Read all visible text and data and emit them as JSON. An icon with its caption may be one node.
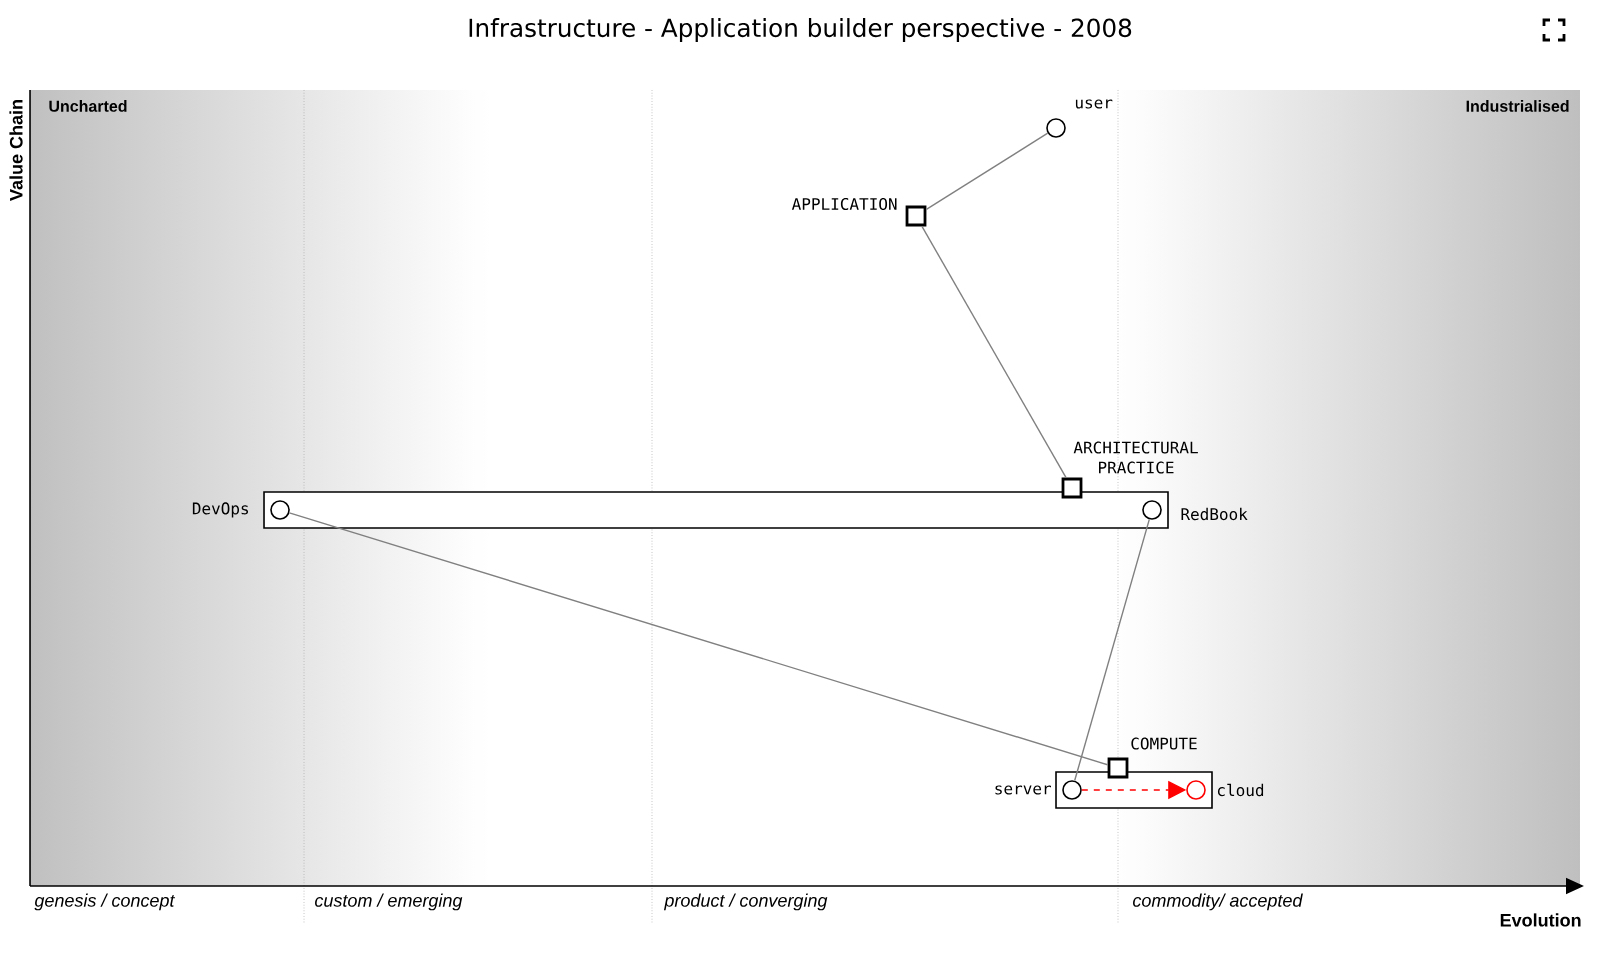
{
  "diagram": {
    "title": "Infrastructure - Application builder perspective - 2008",
    "nodes": [
      {
        "text": [
          "user"
        ]
      },
      {
        "text": [
          "APPLICATION"
        ]
      },
      {
        "text": [
          "ARCHITECTURAL PRACTICE"
        ]
      },
      {
        "text": [],
        "shape": "box"
      },
      {
        "text": [
          "DevOps"
        ],
        "in": 3
      },
      {
        "text": [
          "RedBook"
        ],
        "in": 3
      },
      {
        "text": [
          "COMPUTE"
        ]
      },
      {
        "text": [],
        "shape": "box"
      },
      {
        "text": [
          "server"
        ],
        "in": 7
      },
      {
        "text": [
          "cloud"
        ],
        "in": 7
      }
    ],
    "edges": [
      {
        "from": 0,
        "to": 1,
        "arrow": "none"
      },
      {
        "from": 1,
        "to": 2,
        "arrow": "none"
      },
      {
        "from": 5,
        "to": 8,
        "arrow": "none"
      },
      {
        "from": 4,
        "to": 6,
        "arrow": "none"
      },
      {
        "from": 8,
        "to": 9,
        "arrow": "to",
        "style": "dashed",
        "color": "#ff0000"
      }
    ],
    "labels": [
      "Uncharted",
      "Industrialised",
      "Value Chain",
      "Evolution",
      "genesis / concept",
      "custom / emerging",
      "product / converging",
      "commodity/ accepted"
    ]
  }
}
